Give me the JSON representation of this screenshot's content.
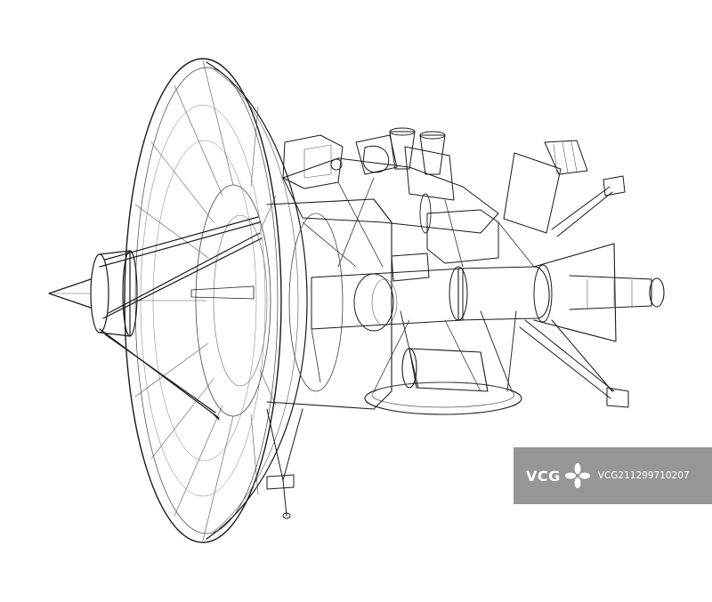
{
  "image": {
    "subject": "",
    "style": "line-art",
    "stroke_color": "#1a1a1a",
    "background_color": "#ffffff"
  },
  "watermark": {
    "brand": "VCG",
    "id_text": "VCG211299710207",
    "background": "#7a7a7a",
    "text_color": "#ffffff"
  }
}
